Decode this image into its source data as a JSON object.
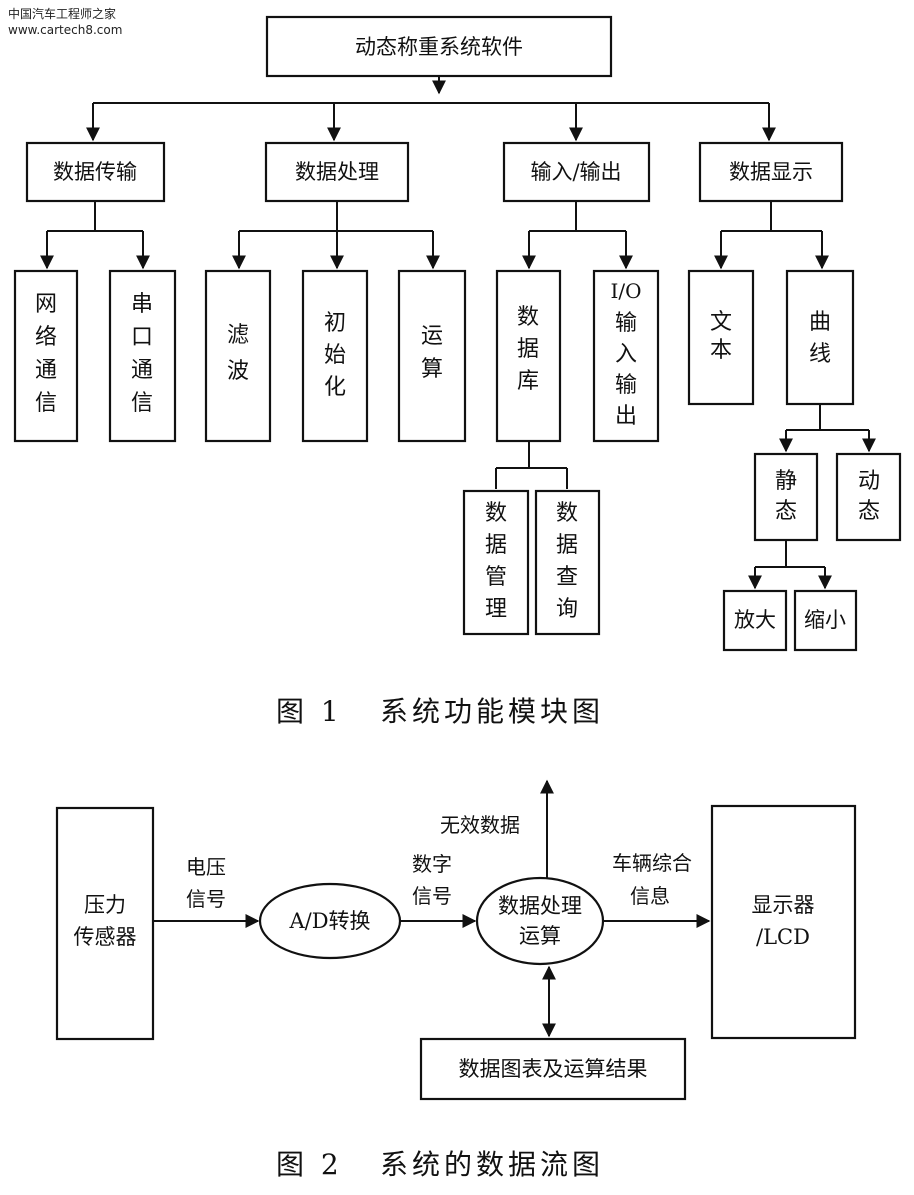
{
  "watermark": {
    "line1": "中国汽车工程师之家",
    "line2": "www.cartech8.com"
  },
  "figure1": {
    "caption_num": "图 1",
    "caption_title": "系统功能模块图",
    "root": "动态称重系统软件",
    "modules": {
      "data_transfer": "数据传输",
      "data_processing": "数据处理",
      "io": "输入/输出",
      "data_display": "数据显示"
    },
    "leaves": {
      "network_comm": "网络通信",
      "serial_comm": "串口通信",
      "filter": "滤波",
      "init": "初始化",
      "compute": "运算",
      "database": "数据库",
      "io_in": "I/O",
      "io_rest": "输入输出",
      "text": "文本",
      "curve": "曲线",
      "data_manage": "数据管理",
      "data_query": "数据查询",
      "static": "静态",
      "dynamic": "动态",
      "zoom_in": "放大",
      "zoom_out": "缩小"
    }
  },
  "figure2": {
    "caption_num": "图 2",
    "caption_title": "系统的数据流图",
    "sensor": {
      "line1": "压力",
      "line2": "传感器"
    },
    "adc": "A/D转换",
    "processing": {
      "line1": "数据处理",
      "line2": "运算"
    },
    "display": {
      "line1": "显示器",
      "line2": "/LCD"
    },
    "results": "数据图表及运算结果",
    "edge_voltage": {
      "line1": "电压",
      "line2": "信号"
    },
    "edge_digital": {
      "line1": "数字",
      "line2": "信号"
    },
    "edge_invalid": "无效数据",
    "edge_vehicle": {
      "line1": "车辆综合",
      "line2": "信息"
    }
  }
}
